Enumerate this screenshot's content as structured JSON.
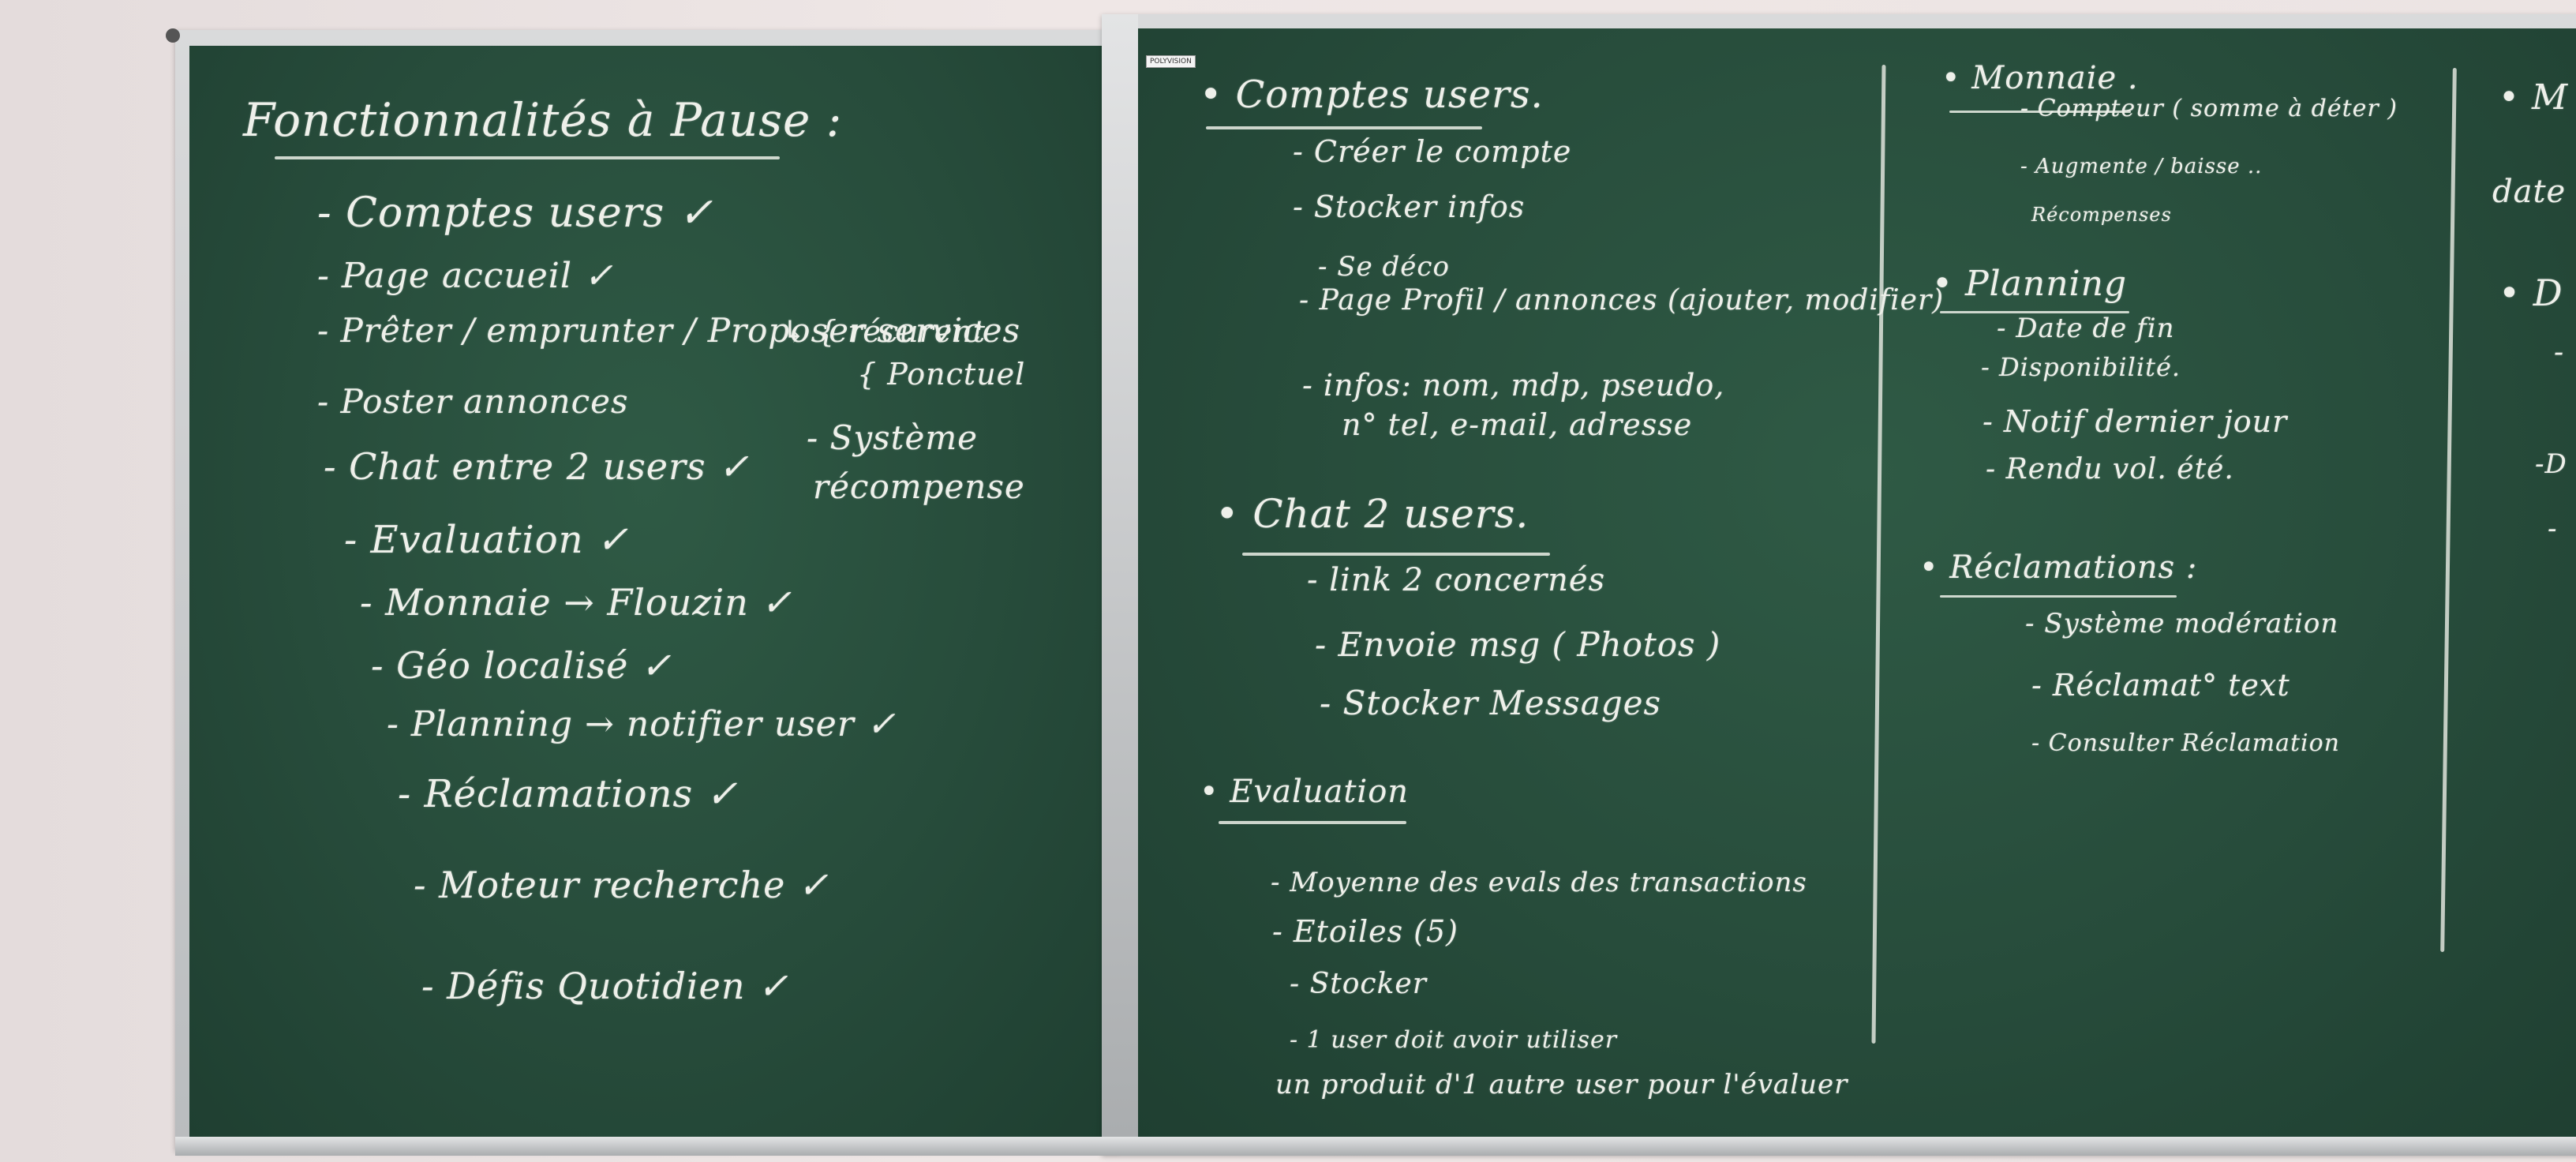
{
  "left_board": {
    "title": "Fonctionnalités à Pause :",
    "items": [
      "- Comptes users ✓",
      "- Page accueil ✓",
      "- Prêter / emprunter / Proposer services",
      "- Poster annonces",
      "- Chat entre 2 users ✓",
      "- Evaluation ✓",
      "- Monnaie → Flouzin ✓",
      "- Géo localisé ✓",
      "- Planning → notifier user ✓",
      "- Réclamations ✓",
      "- Moteur recherche ✓",
      "- Défis Quotidien ✓"
    ],
    "services_bracket": "↳ { récurent",
    "services_bracket_2": "{ Ponctuel",
    "systeme": "- Système",
    "recompense": "récompense"
  },
  "middle_board": {
    "comptes_title": "• Comptes users.",
    "comptes_items": [
      "- Créer le compte",
      "- Stocker infos",
      "- Se déco",
      "- Page Profil / annonces (ajouter, modifier)",
      "- infos: nom, mdp, pseudo,",
      "n° tel, e-mail, adresse"
    ],
    "chat_title": "• Chat 2 users.",
    "chat_items": [
      "- link 2 concernés",
      "- Envoie msg ( Photos )",
      "- Stocker Messages"
    ],
    "eval_title": "• Evaluation",
    "eval_items": [
      "- Moyenne des evals des transactions",
      "- Etoiles (5)",
      "- Stocker",
      "- 1 user doit avoir utiliser",
      "un produit d'1 autre user pour l'évaluer"
    ]
  },
  "right_board": {
    "monnaie_title": "• Monnaie .",
    "monnaie_items": [
      "- Compteur ( somme à déter )",
      "- Augmente / baisse ..",
      "Récompenses"
    ],
    "planning_title": "• Planning",
    "planning_items": [
      "- Date de fin",
      "- Disponibilité.",
      "- Notif dernier jour",
      "- Rendu vol. été."
    ],
    "reclam_title": "• Réclamations :",
    "reclam_items": [
      "- Système modération",
      "- Réclamat° text",
      "- Consulter Réclamation"
    ],
    "edge_fragments": [
      "• M",
      "date",
      "• D",
      "-",
      "-D",
      "-"
    ]
  },
  "sticker_text": "POLYVISION",
  "colors": {
    "board": "#274c3b",
    "chalk": "#eef0ea",
    "frame": "#c8cacc",
    "wall": "#ece4e3"
  }
}
